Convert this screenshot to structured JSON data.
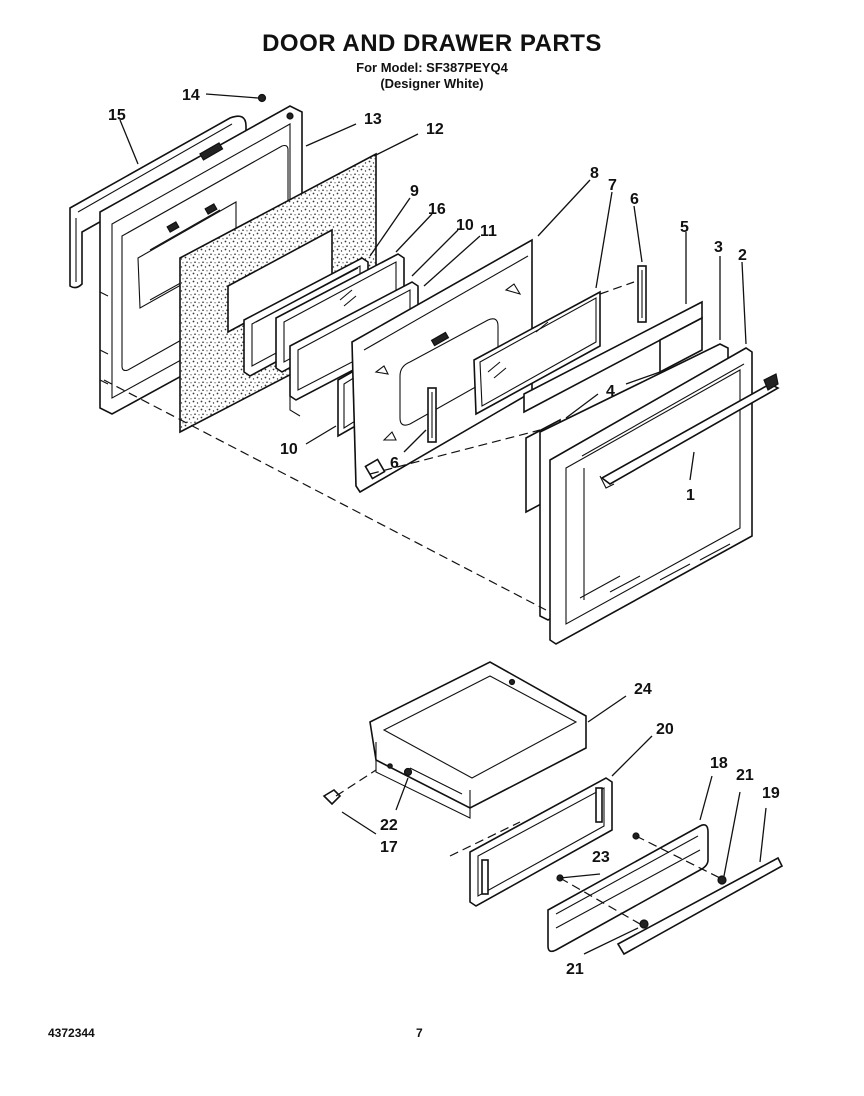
{
  "header": {
    "title": "DOOR AND DRAWER PARTS",
    "model_line": "For Model: SF387PEYQ4",
    "variant_line": "(Designer White)"
  },
  "footer": {
    "doc_number": "4372344",
    "page_number": "7"
  },
  "callouts": {
    "c1": "1",
    "c2": "2",
    "c3": "3",
    "c4": "4",
    "c5": "5",
    "c6a": "6",
    "c6b": "6",
    "c7": "7",
    "c8": "8",
    "c9": "9",
    "c10a": "10",
    "c10b": "10",
    "c11": "11",
    "c12": "12",
    "c13": "13",
    "c14": "14",
    "c15": "15",
    "c16": "16",
    "c17": "17",
    "c18": "18",
    "c19": "19",
    "c20": "20",
    "c21a": "21",
    "c21b": "21",
    "c22": "22",
    "c23": "23",
    "c24": "24"
  }
}
